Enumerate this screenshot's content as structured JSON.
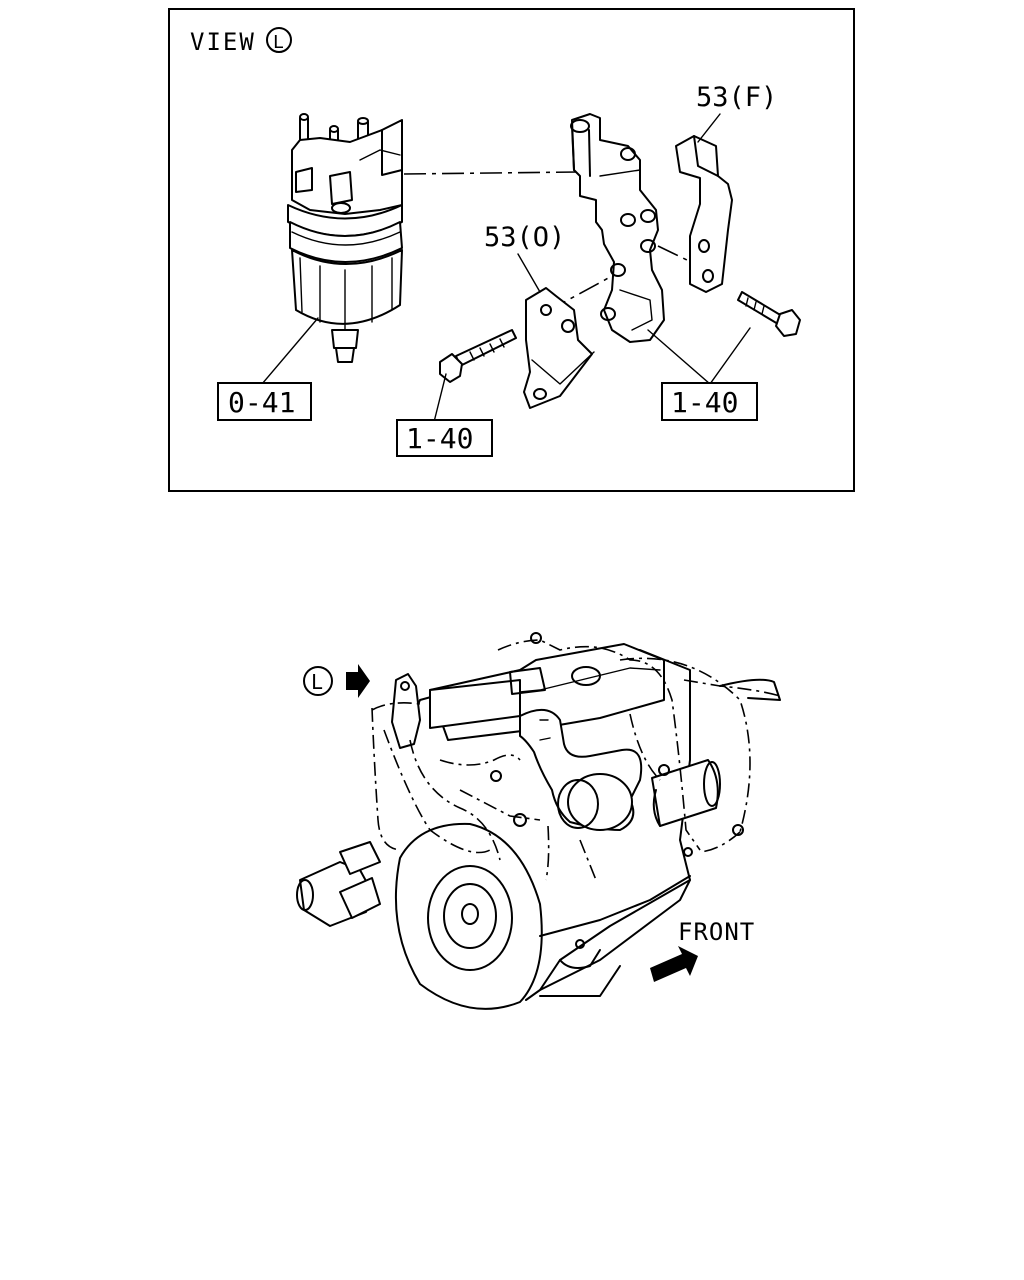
{
  "view": {
    "prefix": "VIEW",
    "marker": "L"
  },
  "callouts": {
    "part_0_41": "0-41",
    "part_1_40_left": "1-40",
    "part_1_40_right": "1-40",
    "part_53_O": "53(O)",
    "part_53_F": "53(F)"
  },
  "lower": {
    "view_marker": "L",
    "front_label": "FRONT"
  }
}
